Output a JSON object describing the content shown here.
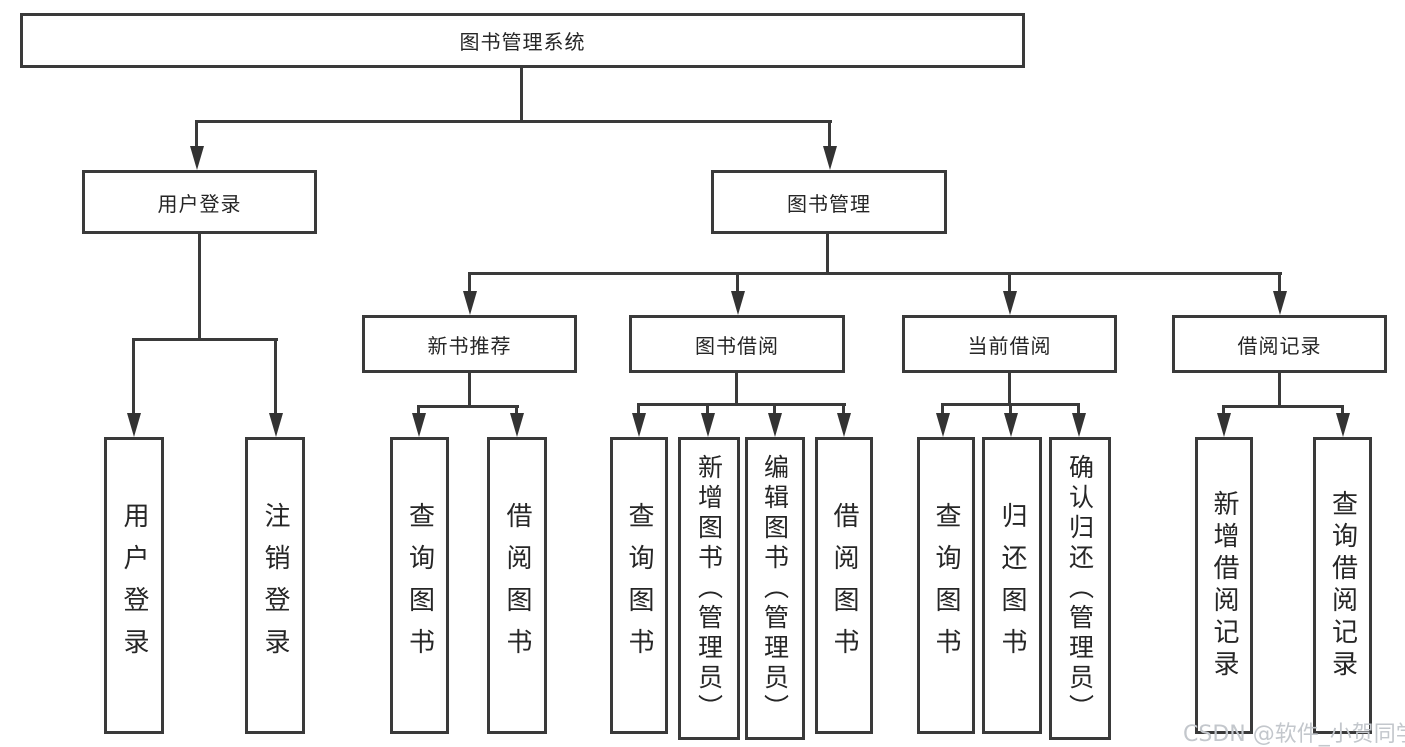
{
  "diagram_type": "hierarchy-tree",
  "root": {
    "label": "图书管理系统"
  },
  "groups": [
    {
      "label": "用户登录",
      "children": [
        {
          "label": "用户登录"
        },
        {
          "label": "注销登录"
        }
      ]
    },
    {
      "label": "图书管理",
      "children": [
        {
          "label": "新书推荐",
          "children": [
            {
              "label": "查询图书"
            },
            {
              "label": "借阅图书"
            }
          ]
        },
        {
          "label": "图书借阅",
          "children": [
            {
              "label": "查询图书"
            },
            {
              "label": "新增图书（管理员）"
            },
            {
              "label": "编辑图书（管理员）"
            },
            {
              "label": "借阅图书"
            }
          ]
        },
        {
          "label": "当前借阅",
          "children": [
            {
              "label": "查询图书"
            },
            {
              "label": "归还图书"
            },
            {
              "label": "确认归还（管理员）"
            }
          ]
        },
        {
          "label": "借阅记录",
          "children": [
            {
              "label": "新增借阅记录"
            },
            {
              "label": "查询借阅记录"
            }
          ]
        }
      ]
    }
  ],
  "watermark": "CSDN @软件_小贺同学",
  "colors": {
    "box_border": "#3a3a3a",
    "text": "#262626",
    "connector": "#333333",
    "watermark": "#c3c7cc",
    "background": "#ffffff"
  }
}
